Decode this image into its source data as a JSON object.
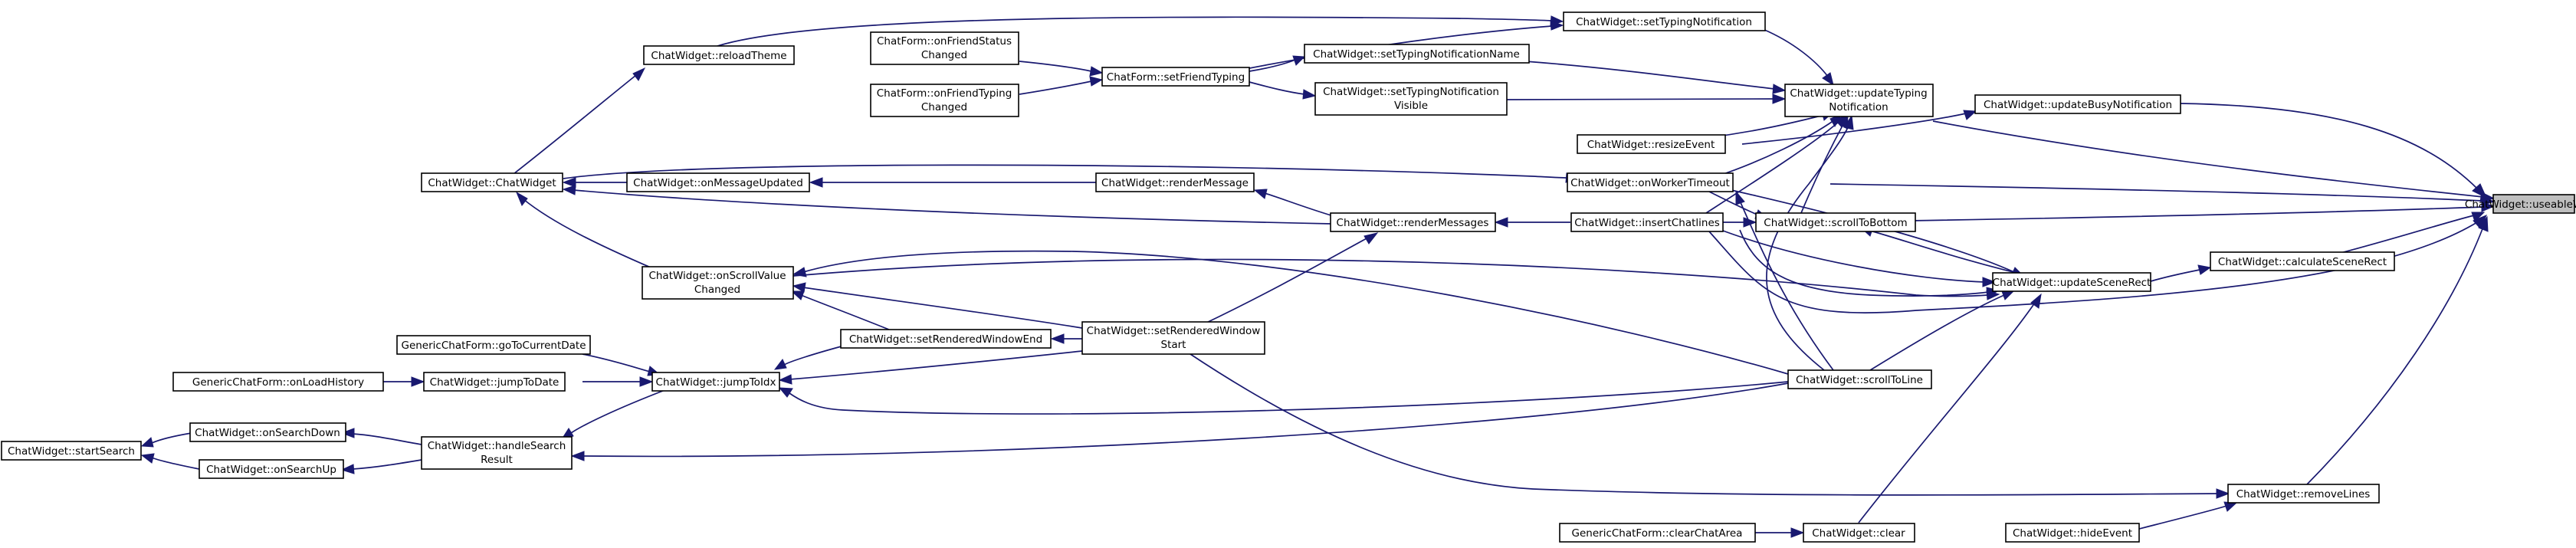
{
  "graph": {
    "edge_color": "#191970",
    "root_fill": "#bfbfbf",
    "nodes": {
      "chatwidget_useablewidth": "ChatWidget::useableWidth",
      "chatwidget_updatebusynotification": "ChatWidget::updateBusyNotification",
      "chatwidget_updatetypingnotification": [
        "ChatWidget::updateTyping",
        "Notification"
      ],
      "chatwidget_settypingnotification": "ChatWidget::setTypingNotification",
      "chatwidget_settypingnotificationname": "ChatWidget::setTypingNotificationName",
      "chatwidget_settypingnotificationvisible": [
        "ChatWidget::setTypingNotification",
        "Visible"
      ],
      "chatform_setfriendtyping": "ChatForm::setFriendTyping",
      "chatform_onfriendstatuschanged": [
        "ChatForm::onFriendStatus",
        "Changed"
      ],
      "chatform_onfriendtypingchanged": [
        "ChatForm::onFriendTyping",
        "Changed"
      ],
      "chatwidget_reloadtheme": "ChatWidget::reloadTheme",
      "chatwidget_chatwidget": "ChatWidget::ChatWidget",
      "chatwidget_resizeevent": "ChatWidget::resizeEvent",
      "chatwidget_onworkertimeout": "ChatWidget::onWorkerTimeout",
      "chatwidget_onmessageupdated": "ChatWidget::onMessageUpdated",
      "chatwidget_rendermessage": "ChatWidget::renderMessage",
      "chatwidget_rendermessages": "ChatWidget::renderMessages",
      "chatwidget_insertchatlines": "ChatWidget::insertChatlines",
      "chatwidget_scrolltobottom": "ChatWidget::scrollToBottom",
      "chatwidget_calculatescenerect": "ChatWidget::calculateSceneRect",
      "chatwidget_updatescenerect": "ChatWidget::updateSceneRect",
      "chatwidget_onscrollvaluechanged": [
        "ChatWidget::onScrollValue",
        "Changed"
      ],
      "chatwidget_setrenderedwindowstart": [
        "ChatWidget::setRenderedWindow",
        "Start"
      ],
      "chatwidget_setrenderedwindowend": "ChatWidget::setRenderedWindowEnd",
      "genericchatform_gotocurrentdate": "GenericChatForm::goToCurrentDate",
      "genericchatform_onloadhistory": "GenericChatForm::onLoadHistory",
      "chatwidget_jumptodate": "ChatWidget::jumpToDate",
      "chatwidget_jumptoidx": "ChatWidget::jumpToIdx",
      "chatwidget_scrolltoline": "ChatWidget::scrollToLine",
      "chatwidget_startsearch": "ChatWidget::startSearch",
      "chatwidget_onsearchdown": "ChatWidget::onSearchDown",
      "chatwidget_onsearchup": "ChatWidget::onSearchUp",
      "chatwidget_handlesearchresult": [
        "ChatWidget::handleSearch",
        "Result"
      ],
      "chatwidget_removelines": "ChatWidget::removeLines",
      "chatwidget_hideevent": "ChatWidget::hideEvent",
      "genericchatform_clearchatarea": "GenericChatForm::clearChatArea",
      "chatwidget_clear": "ChatWidget::clear"
    }
  }
}
